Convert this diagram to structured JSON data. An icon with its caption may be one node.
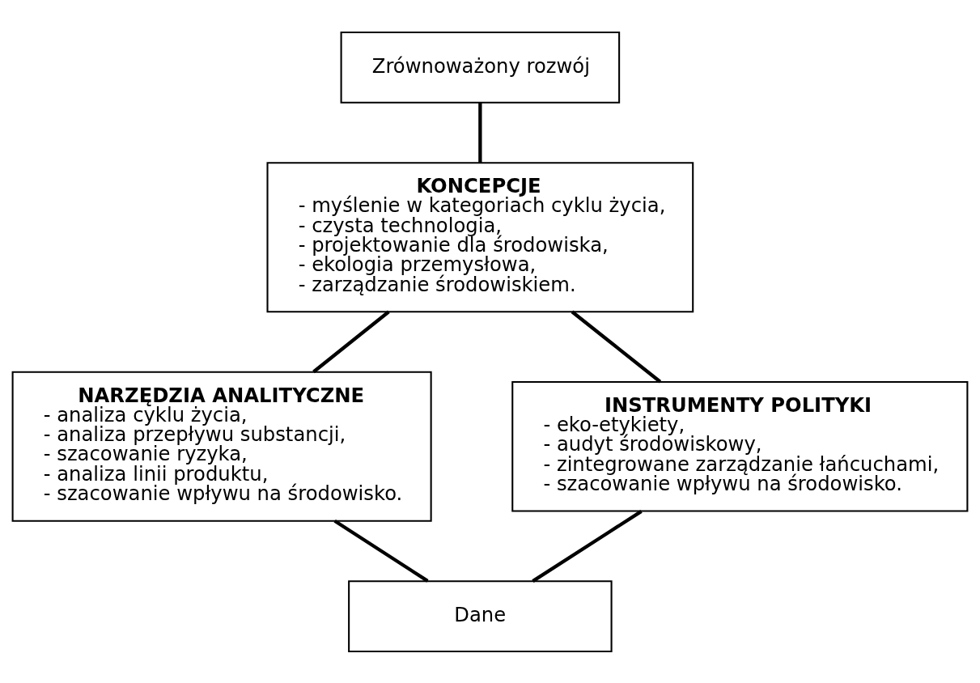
{
  "diagram": {
    "nodes": [
      {
        "text": [
          "Zrównoważony rozwój"
        ]
      },
      {
        "text": [
          "KONCEPCJE",
          "- myślenie w kategoriach cyklu życia,",
          "- czysta technologia,",
          "- projektowanie dla środowiska,",
          "- ekologia przemysłowa,",
          "- zarządzanie środowiskiem."
        ]
      },
      {
        "text": [
          "NARZĘDZIA ANALITYCZNE",
          "- analiza cyklu życia,",
          "- analiza przepływu substancji,",
          "- szacowanie ryzyka,",
          "- analiza linii produktu,",
          "- szacowanie wpływu na środowisko."
        ]
      },
      {
        "text": [
          "INSTRUMENTY POLITYKI",
          "- eko-etykiety,",
          "- audyt środowiskowy,",
          "- zintegrowane zarządzanie łańcuchami,",
          "- szacowanie wpływu na środowisko."
        ]
      },
      {
        "text": [
          "Dane"
        ]
      }
    ],
    "edges": [
      {
        "from": 0,
        "to": 1,
        "arrow": "none"
      },
      {
        "from": 1,
        "to": 2,
        "arrow": "none"
      },
      {
        "from": 1,
        "to": 3,
        "arrow": "none"
      },
      {
        "from": 2,
        "to": 4,
        "arrow": "none"
      },
      {
        "from": 3,
        "to": 4,
        "arrow": "none"
      }
    ]
  }
}
